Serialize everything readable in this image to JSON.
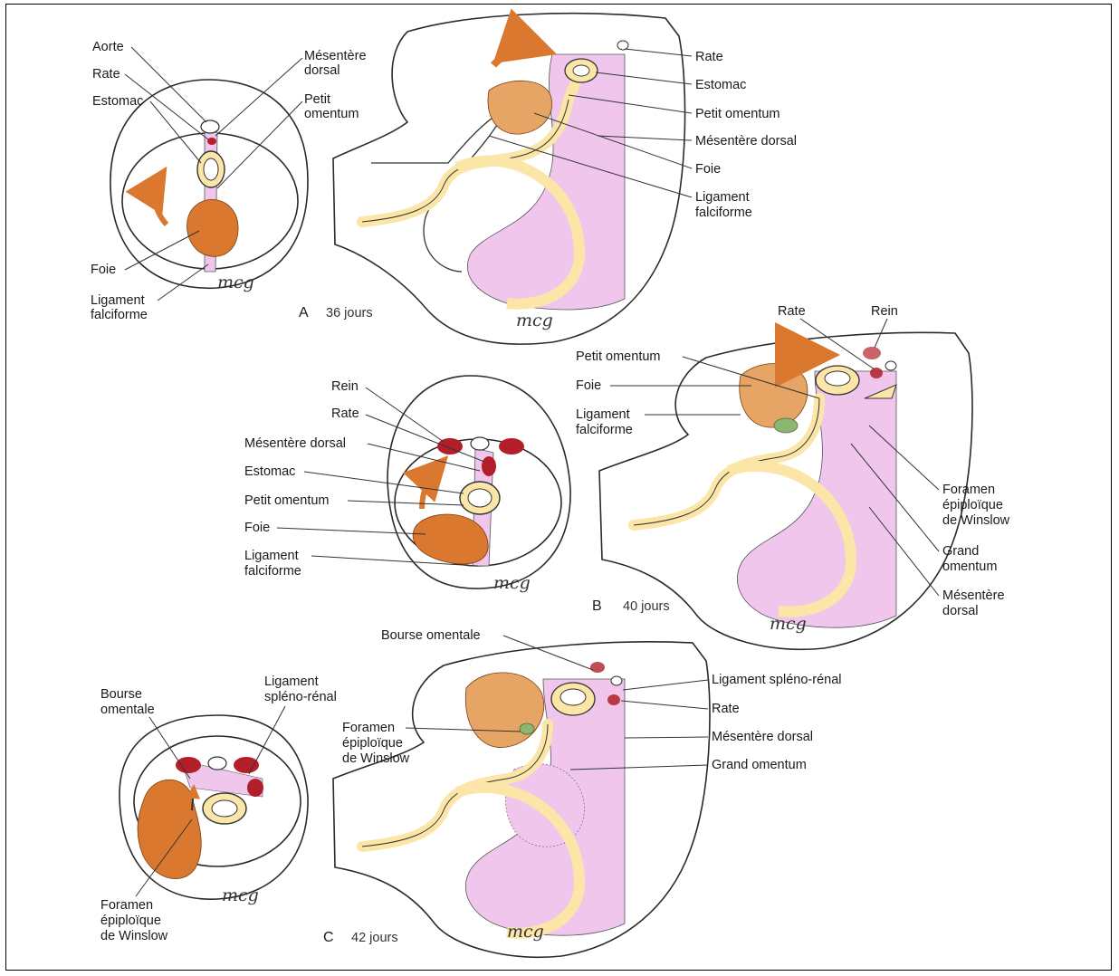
{
  "colors": {
    "liver": "#d9782e",
    "liver_light": "#e7a565",
    "mesentery": "#f1c6ec",
    "stomach": "#fbe6a8",
    "kidney_spleen": "#b21f2a",
    "pancreas": "#8cb673"
  },
  "signature": "mcg",
  "panel_a": {
    "caption_letter": "A",
    "caption_days": "36 jours",
    "cross_section": {
      "aorte": "Aorte",
      "rate": "Rate",
      "estomac": "Estomac",
      "mesentere_dorsal": [
        "Mésentère",
        "dorsal"
      ],
      "petit_omentum": [
        "Petit",
        "omentum"
      ],
      "foie": "Foie",
      "ligament_falciforme": [
        "Ligament",
        "falciforme"
      ]
    },
    "lateral": {
      "rate": "Rate",
      "estomac": "Estomac",
      "petit_omentum": "Petit omentum",
      "mesentere_dorsal": "Mésentère dorsal",
      "foie": "Foie",
      "ligament_falciforme": [
        "Ligament",
        "falciforme"
      ]
    }
  },
  "panel_b": {
    "caption_letter": "B",
    "caption_days": "40 jours",
    "cross_section": {
      "rein": "Rein",
      "rate": "Rate",
      "mesentere_dorsal": "Mésentère dorsal",
      "estomac": "Estomac",
      "petit_omentum": "Petit omentum",
      "foie": "Foie",
      "ligament_falciforme": [
        "Ligament",
        "falciforme"
      ]
    },
    "lateral": {
      "rate": "Rate",
      "rein": "Rein",
      "petit_omentum": "Petit omentum",
      "foie": "Foie",
      "ligament_falciforme": [
        "Ligament",
        "falciforme"
      ],
      "foramen": [
        "Foramen",
        "épiploïque",
        "de Winslow"
      ],
      "grand_omentum": [
        "Grand",
        "omentum"
      ],
      "mesentere_dorsal": [
        "Mésentère",
        "dorsal"
      ]
    }
  },
  "panel_c": {
    "caption_letter": "C",
    "caption_days": "42 jours",
    "cross_section": {
      "bourse_omentale": [
        "Bourse",
        "omentale"
      ],
      "ligament_spleno_renal": [
        "Ligament",
        "spléno-rénal"
      ],
      "foramen": [
        "Foramen",
        "épiploïque",
        "de Winslow"
      ]
    },
    "lateral": {
      "bourse_omentale": "Bourse omentale",
      "ligament_spleno_renal": "Ligament spléno-rénal",
      "rate": "Rate",
      "foramen": [
        "Foramen",
        "épiploïque",
        "de Winslow"
      ],
      "mesentere_dorsal": "Mésentère dorsal",
      "grand_omentum": "Grand omentum"
    }
  }
}
